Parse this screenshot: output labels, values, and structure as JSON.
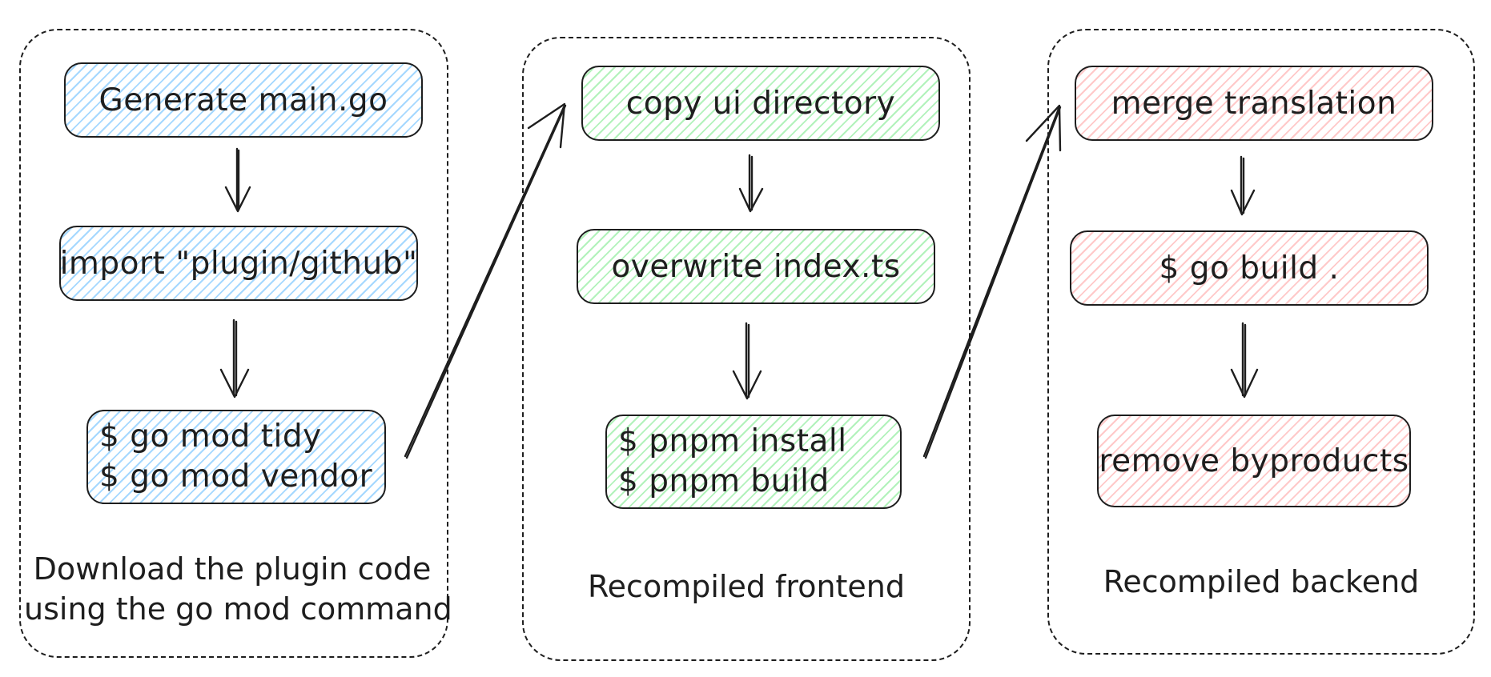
{
  "groups": [
    {
      "caption_lines": [
        "Download the plugin code",
        "using the go mod command"
      ],
      "color": "#a5d8ff",
      "nodes": [
        {
          "lines": [
            "Generate main.go"
          ]
        },
        {
          "lines": [
            "import \"plugin/github\""
          ]
        },
        {
          "lines": [
            "$ go mod tidy",
            "$ go mod vendor"
          ]
        }
      ]
    },
    {
      "caption_lines": [
        "Recompiled frontend"
      ],
      "color": "#b2f2bb",
      "nodes": [
        {
          "lines": [
            "copy ui directory"
          ]
        },
        {
          "lines": [
            "overwrite index.ts"
          ]
        },
        {
          "lines": [
            "$ pnpm install",
            "$ pnpm build"
          ]
        }
      ]
    },
    {
      "caption_lines": [
        "Recompiled backend"
      ],
      "color": "#ffc9c9",
      "nodes": [
        {
          "lines": [
            "merge translation"
          ]
        },
        {
          "lines": [
            "$ go build ."
          ]
        },
        {
          "lines": [
            "remove byproducts"
          ]
        }
      ]
    }
  ],
  "stroke_color": "#1e1e1e"
}
